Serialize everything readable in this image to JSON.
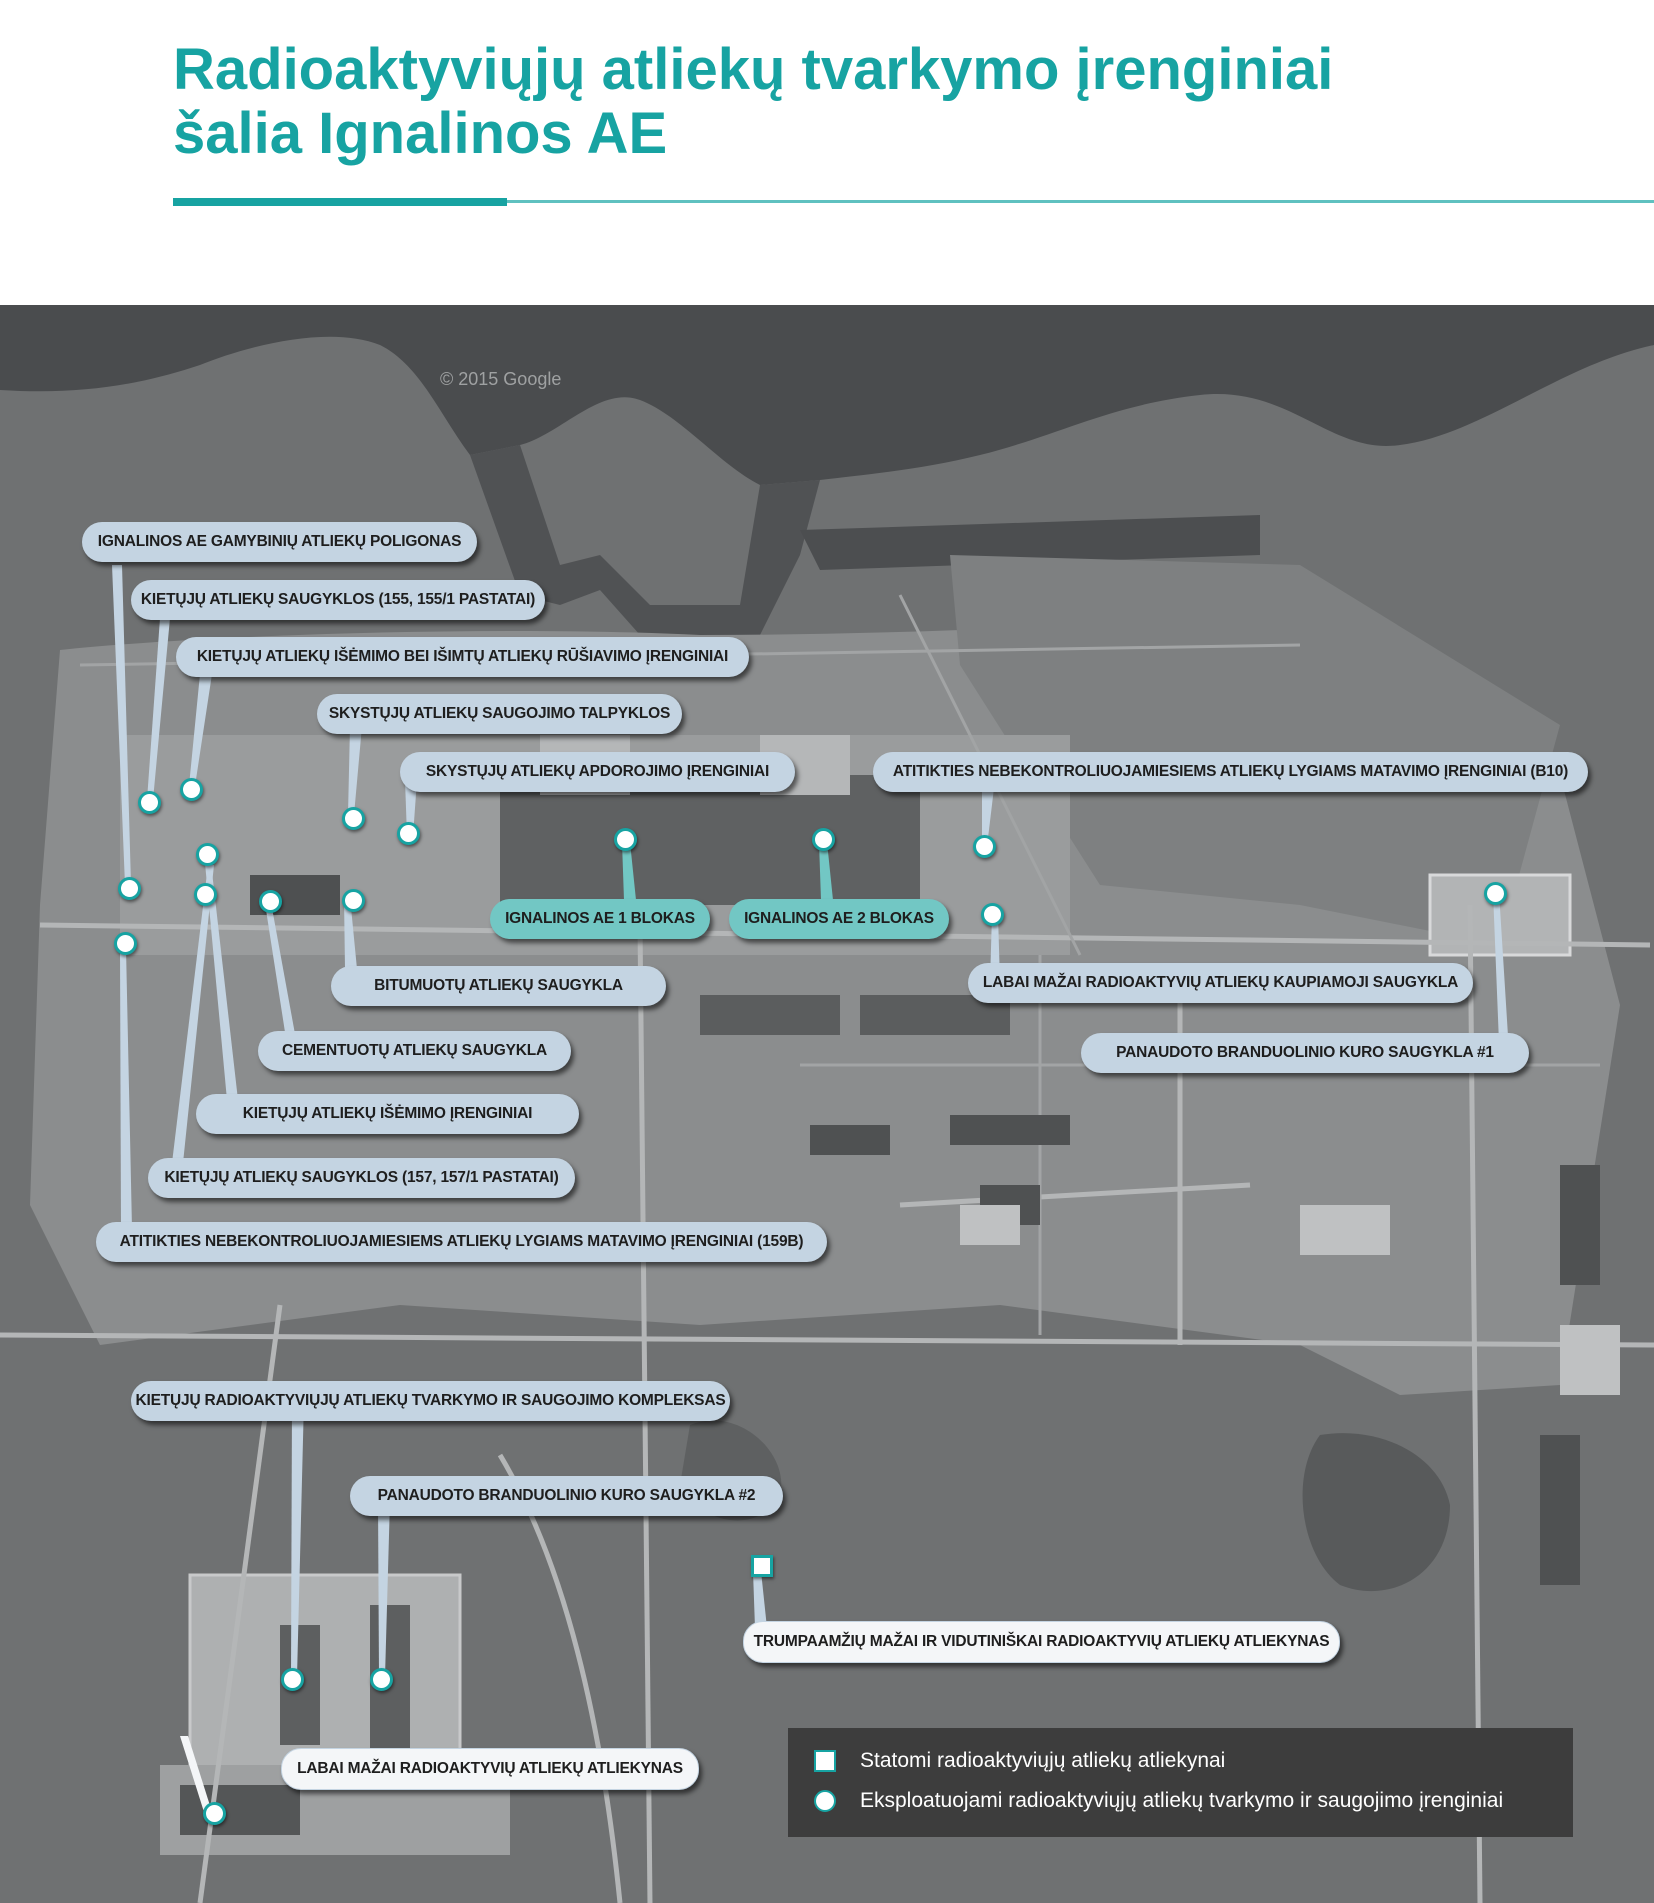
{
  "title": {
    "line1": "Radioaktyviųjų atliekų tvarkymo įrenginiai",
    "line2": "šalia Ignalinos AE"
  },
  "colors": {
    "accent": "#17a3a2",
    "label_bg": "#c4d4e2",
    "label_teal": "#72c7c4",
    "legend_bg": "#3d3d3d"
  },
  "map": {
    "watermark": "© 2015 Google",
    "labels": [
      {
        "id": "poligonas",
        "text": "IGNALINOS AE GAMYBINIŲ ATLIEKŲ POLIGONAS",
        "style": "blue"
      },
      {
        "id": "saugyklos155",
        "text": "KIETŲJŲ ATLIEKŲ SAUGYKLOS (155, 155/1 PASTATAI)",
        "style": "blue"
      },
      {
        "id": "isemimo-rusiavimo",
        "text": "KIETŲJŲ ATLIEKŲ IŠĖMIMO BEI IŠIMTŲ ATLIEKŲ RŪŠIAVIMO ĮRENGINIAI",
        "style": "blue"
      },
      {
        "id": "talpyklos",
        "text": "SKYSTŲJŲ ATLIEKŲ SAUGOJIMO TALPYKLOS",
        "style": "blue"
      },
      {
        "id": "apdorojimo",
        "text": "SKYSTŲJŲ ATLIEKŲ APDOROJIMO ĮRENGINIAI",
        "style": "blue"
      },
      {
        "id": "b10",
        "text": "ATITIKTIES NEBEKONTROLIUOJAMIESIEMS ATLIEKŲ LYGIAMS MATAVIMO  ĮRENGINIAI (B10)",
        "style": "blue"
      },
      {
        "id": "blokas1",
        "text": "IGNALINOS AE 1 BLOKAS",
        "style": "teal"
      },
      {
        "id": "blokas2",
        "text": "IGNALINOS AE 2 BLOKAS",
        "style": "teal"
      },
      {
        "id": "bitumuotu",
        "text": "BITUMUOTŲ ATLIEKŲ SAUGYKLA",
        "style": "blue"
      },
      {
        "id": "kaupiamoji",
        "text": "LABAI MAŽAI RADIOAKTYVIŲ ATLIEKŲ KAUPIAMOJI SAUGYKLA",
        "style": "blue"
      },
      {
        "id": "cementuotu",
        "text": "CEMENTUOTŲ ATLIEKŲ SAUGYKLA",
        "style": "blue"
      },
      {
        "id": "kuro1",
        "text": "PANAUDOTO BRANDUOLINIO KURO SAUGYKLA #1",
        "style": "blue"
      },
      {
        "id": "isemimo",
        "text": "KIETŲJŲ ATLIEKŲ IŠĖMIMO ĮRENGINIAI",
        "style": "blue"
      },
      {
        "id": "saugyklos157",
        "text": "KIETŲJŲ ATLIEKŲ SAUGYKLOS (157, 157/1 PASTATAI)",
        "style": "blue"
      },
      {
        "id": "159b",
        "text": "ATITIKTIES NEBEKONTROLIUOJAMIESIEMS ATLIEKŲ LYGIAMS MATAVIMO ĮRENGINIAI (159B)",
        "style": "blue"
      },
      {
        "id": "kompleksas",
        "text": "KIETŲJŲ RADIOAKTYVIŲJŲ ATLIEKŲ TVARKYMO IR SAUGOJIMO KOMPLEKSAS",
        "style": "blue"
      },
      {
        "id": "kuro2",
        "text": "PANAUDOTO BRANDUOLINIO KURO SAUGYKLA #2",
        "style": "blue"
      },
      {
        "id": "trumpaamziu",
        "text": "TRUMPAAMŽIŲ MAŽAI IR VIDUTINIŠKAI RADIOAKTYVIŲ ATLIEKŲ ATLIEKYNAS",
        "style": "white"
      },
      {
        "id": "atliekynas",
        "text": "LABAI MAŽAI RADIOAKTYVIŲ ATLIEKŲ ATLIEKYNAS",
        "style": "white"
      }
    ]
  },
  "legend": {
    "items": [
      {
        "symbol": "square",
        "text": "Statomi radioaktyviųjų atliekų atliekynai"
      },
      {
        "symbol": "circle",
        "text": "Eksploatuojami radioaktyviųjų atliekų tvarkymo ir saugojimo įrenginiai"
      }
    ]
  }
}
